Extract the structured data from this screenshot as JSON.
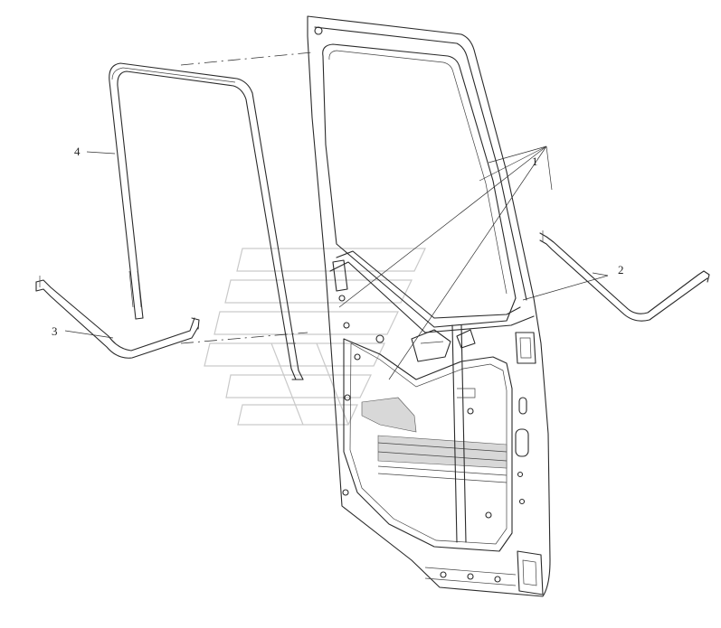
{
  "diagram": {
    "callouts": [
      {
        "id": "1",
        "label": "1"
      },
      {
        "id": "2",
        "label": "2"
      },
      {
        "id": "3",
        "label": "3"
      },
      {
        "id": "4",
        "label": "4"
      }
    ]
  },
  "colors": {
    "line": "#2a2a2a",
    "watermark": "#c9c9c9",
    "background": "#ffffff"
  }
}
